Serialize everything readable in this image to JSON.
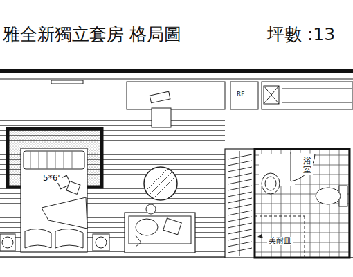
{
  "diagram": {
    "title": "雅全新獨立套房 格局圖",
    "labels": [
      "坪數 :13",
      "RF",
      "5*6'",
      "浴室",
      "美耐皿"
    ]
  }
}
